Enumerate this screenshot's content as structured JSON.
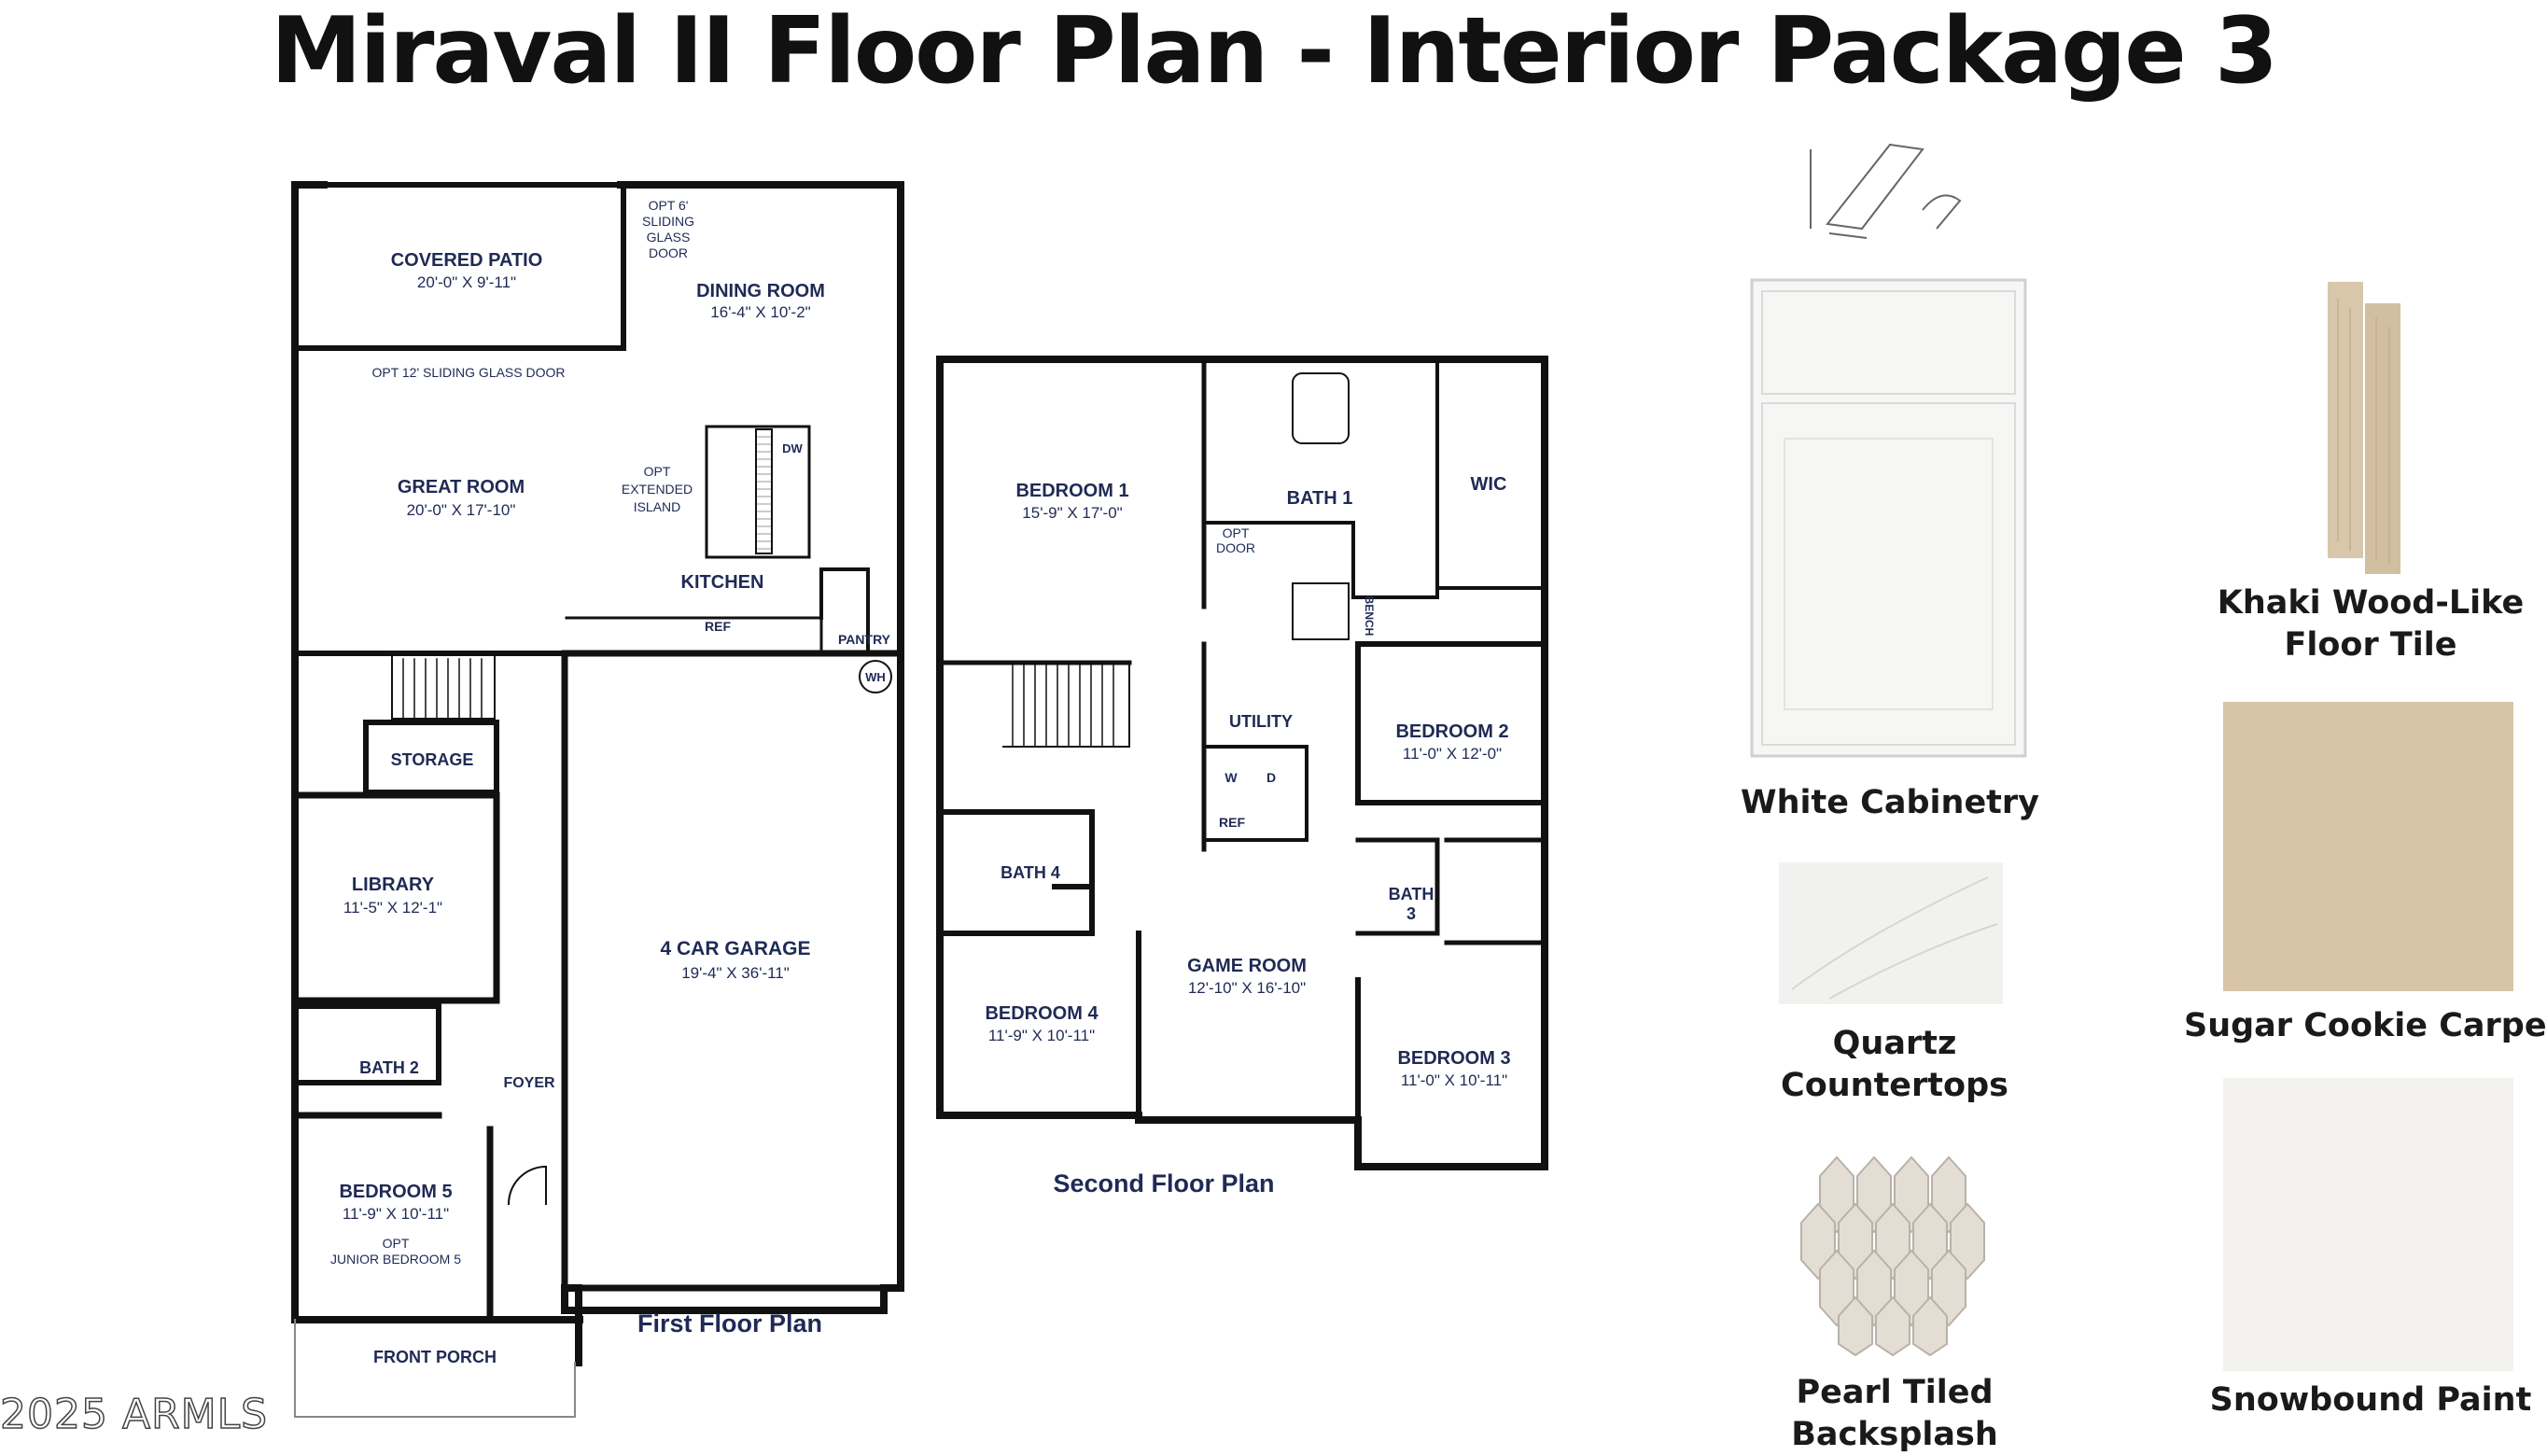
{
  "title": "Miraval II Floor Plan - Interior Package 3",
  "copyright": "2025 ARMLS",
  "first_floor": {
    "caption": "First Floor Plan",
    "rooms": {
      "covered_patio": {
        "name": "COVERED PATIO",
        "dim": "20'-0\" X 9'-11\""
      },
      "dining_room": {
        "name": "DINING ROOM",
        "dim": "16'-4\" X 10'-2\""
      },
      "great_room": {
        "name": "GREAT ROOM",
        "dim": "20'-0\" X 17'-10\""
      },
      "kitchen": {
        "name": "KITCHEN"
      },
      "storage": {
        "name": "STORAGE"
      },
      "library": {
        "name": "LIBRARY",
        "dim": "11'-5\" X 12'-1\""
      },
      "garage": {
        "name": "4 CAR GARAGE",
        "dim": "19'-4\" X 36'-11\""
      },
      "bath2": {
        "name": "BATH 2"
      },
      "foyer": {
        "name": "FOYER"
      },
      "bedroom5": {
        "name": "BEDROOM 5",
        "dim": "11'-9\" X 10'-11\"",
        "opt1": "OPT",
        "opt2": "JUNIOR BEDROOM 5"
      },
      "front_porch": {
        "name": "FRONT PORCH"
      }
    },
    "notes": {
      "opt_slider_1": "OPT 6'",
      "opt_slider_2": "SLIDING",
      "opt_slider_3": "GLASS",
      "opt_slider_4": "DOOR",
      "opt_12_slider": "OPT 12' SLIDING GLASS DOOR",
      "opt_island_1": "OPT",
      "opt_island_2": "EXTENDED",
      "opt_island_3": "ISLAND",
      "dw": "DW",
      "ref": "REF",
      "pantry": "PANTRY",
      "wh": "WH"
    }
  },
  "second_floor": {
    "caption": "Second Floor Plan",
    "rooms": {
      "bedroom1": {
        "name": "BEDROOM 1",
        "dim": "15'-9\" X 17'-0\""
      },
      "bath1": {
        "name": "BATH 1"
      },
      "wic": {
        "name": "WIC"
      },
      "utility": {
        "name": "UTILITY"
      },
      "bedroom2": {
        "name": "BEDROOM 2",
        "dim": "11'-0\" X 12'-0\""
      },
      "bath4": {
        "name": "BATH 4"
      },
      "bath3_a": {
        "name": "BATH"
      },
      "bath3_b": {
        "name": "3"
      },
      "game_room": {
        "name": "GAME ROOM",
        "dim": "12'-10\" X 16'-10\""
      },
      "bedroom4": {
        "name": "BEDROOM 4",
        "dim": "11'-9\" X 10'-11\""
      },
      "bedroom3": {
        "name": "BEDROOM 3",
        "dim": "11'-0\" X 10'-11\""
      }
    },
    "notes": {
      "opt_door_1": "OPT",
      "opt_door_2": "DOOR",
      "bench": "BENCH",
      "w": "W",
      "d": "D",
      "ref": "REF"
    }
  },
  "finishes": {
    "cabinetry": {
      "label": "White Cabinetry",
      "color": "#f6f6f4"
    },
    "floor_tile": {
      "line1": "Khaki Wood-Like",
      "line2": "Floor Tile",
      "color": "#d9c7ab"
    },
    "countertops": {
      "line1": "Quartz",
      "line2": "Countertops",
      "color": "#f1f1ef"
    },
    "carpet": {
      "label": "Sugar Cookie Carpet",
      "color": "#d8c4a6"
    },
    "backsplash": {
      "line1": "Pearl Tiled",
      "line2": "Backsplash",
      "color": "#e3ddd3"
    },
    "paint": {
      "label": "Snowbound Paint",
      "color": "#f3f2ee"
    }
  },
  "colors": {
    "wall": "#111111",
    "text": "#1f2a55"
  }
}
